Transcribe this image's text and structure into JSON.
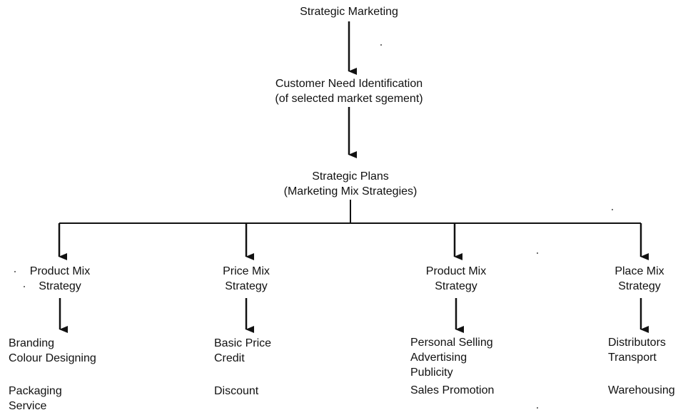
{
  "diagram": {
    "root": {
      "title": "Strategic Marketing"
    },
    "need": {
      "line1": "Customer Need Identification",
      "line2": "(of selected market sgement)"
    },
    "plans": {
      "line1": "Strategic Plans",
      "line2": "(Marketing Mix Strategies)"
    },
    "strategies": [
      {
        "line1": "Product Mix",
        "line2": "Strategy",
        "items_top": [
          "Branding",
          "Colour Designing"
        ],
        "items_bottom": [
          "Packaging",
          "Service"
        ]
      },
      {
        "line1": "Price Mix",
        "line2": "Strategy",
        "items_top": [
          "Basic Price",
          "Credit"
        ],
        "items_bottom": [
          "Discount"
        ]
      },
      {
        "line1": "Product Mix",
        "line2": "Strategy",
        "items_top": [
          "Personal Selling",
          "Advertising",
          "Publicity"
        ],
        "items_bottom": [
          "Sales Promotion"
        ]
      },
      {
        "line1": "Place Mix",
        "line2": "Strategy",
        "items_top": [
          "Distributors",
          "Transport"
        ],
        "items_bottom": [
          "Warehousing"
        ]
      }
    ],
    "line_color": "#111111"
  }
}
